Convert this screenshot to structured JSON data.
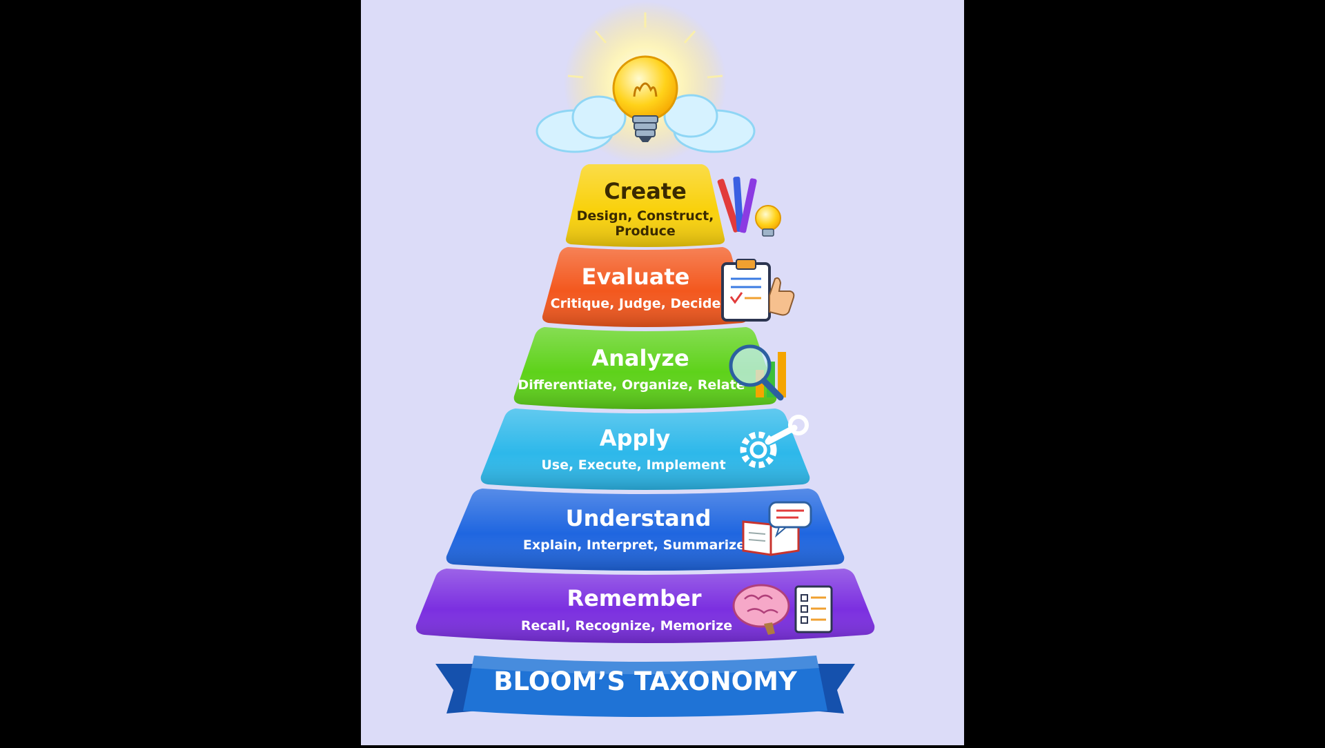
{
  "levels": [
    {
      "title": "Create",
      "subtitle_line1": "Design, Construct,",
      "subtitle_line2": "Produce",
      "color": "#f9d10c",
      "title_color": "#3a2a00",
      "sub_color": "#3a2a00",
      "icon": "pencils-lightbulb-icon"
    },
    {
      "title": "Evaluate",
      "subtitle": "Critique, Judge, Decide",
      "color": "#f3581e",
      "title_color": "#ffffff",
      "sub_color": "#ffffff",
      "icon": "clipboard-thumbs-up-icon"
    },
    {
      "title": "Analyze",
      "subtitle": "Differentiate, Organize, Relate",
      "color": "#5ed21a",
      "title_color": "#ffffff",
      "sub_color": "#ffffff",
      "icon": "magnifier-bar-chart-icon"
    },
    {
      "title": "Apply",
      "subtitle": "Use, Execute, Implement",
      "color": "#2db8ea",
      "title_color": "#ffffff",
      "sub_color": "#ffffff",
      "icon": "gear-wrench-icon"
    },
    {
      "title": "Understand",
      "subtitle": "Explain, Interpret, Summarize",
      "color": "#1f66e0",
      "title_color": "#ffffff",
      "sub_color": "#ffffff",
      "icon": "book-speech-bubble-icon"
    },
    {
      "title": "Remember",
      "subtitle": "Recall, Recognize, Memorize",
      "color": "#7b2fe0",
      "title_color": "#ffffff",
      "sub_color": "#ffffff",
      "icon": "brain-checklist-icon"
    }
  ],
  "banner": {
    "text": "BLOOM’S TAXONOMY",
    "color": "#1f73d6"
  },
  "top_icon": "lightbulb-clouds-icon"
}
